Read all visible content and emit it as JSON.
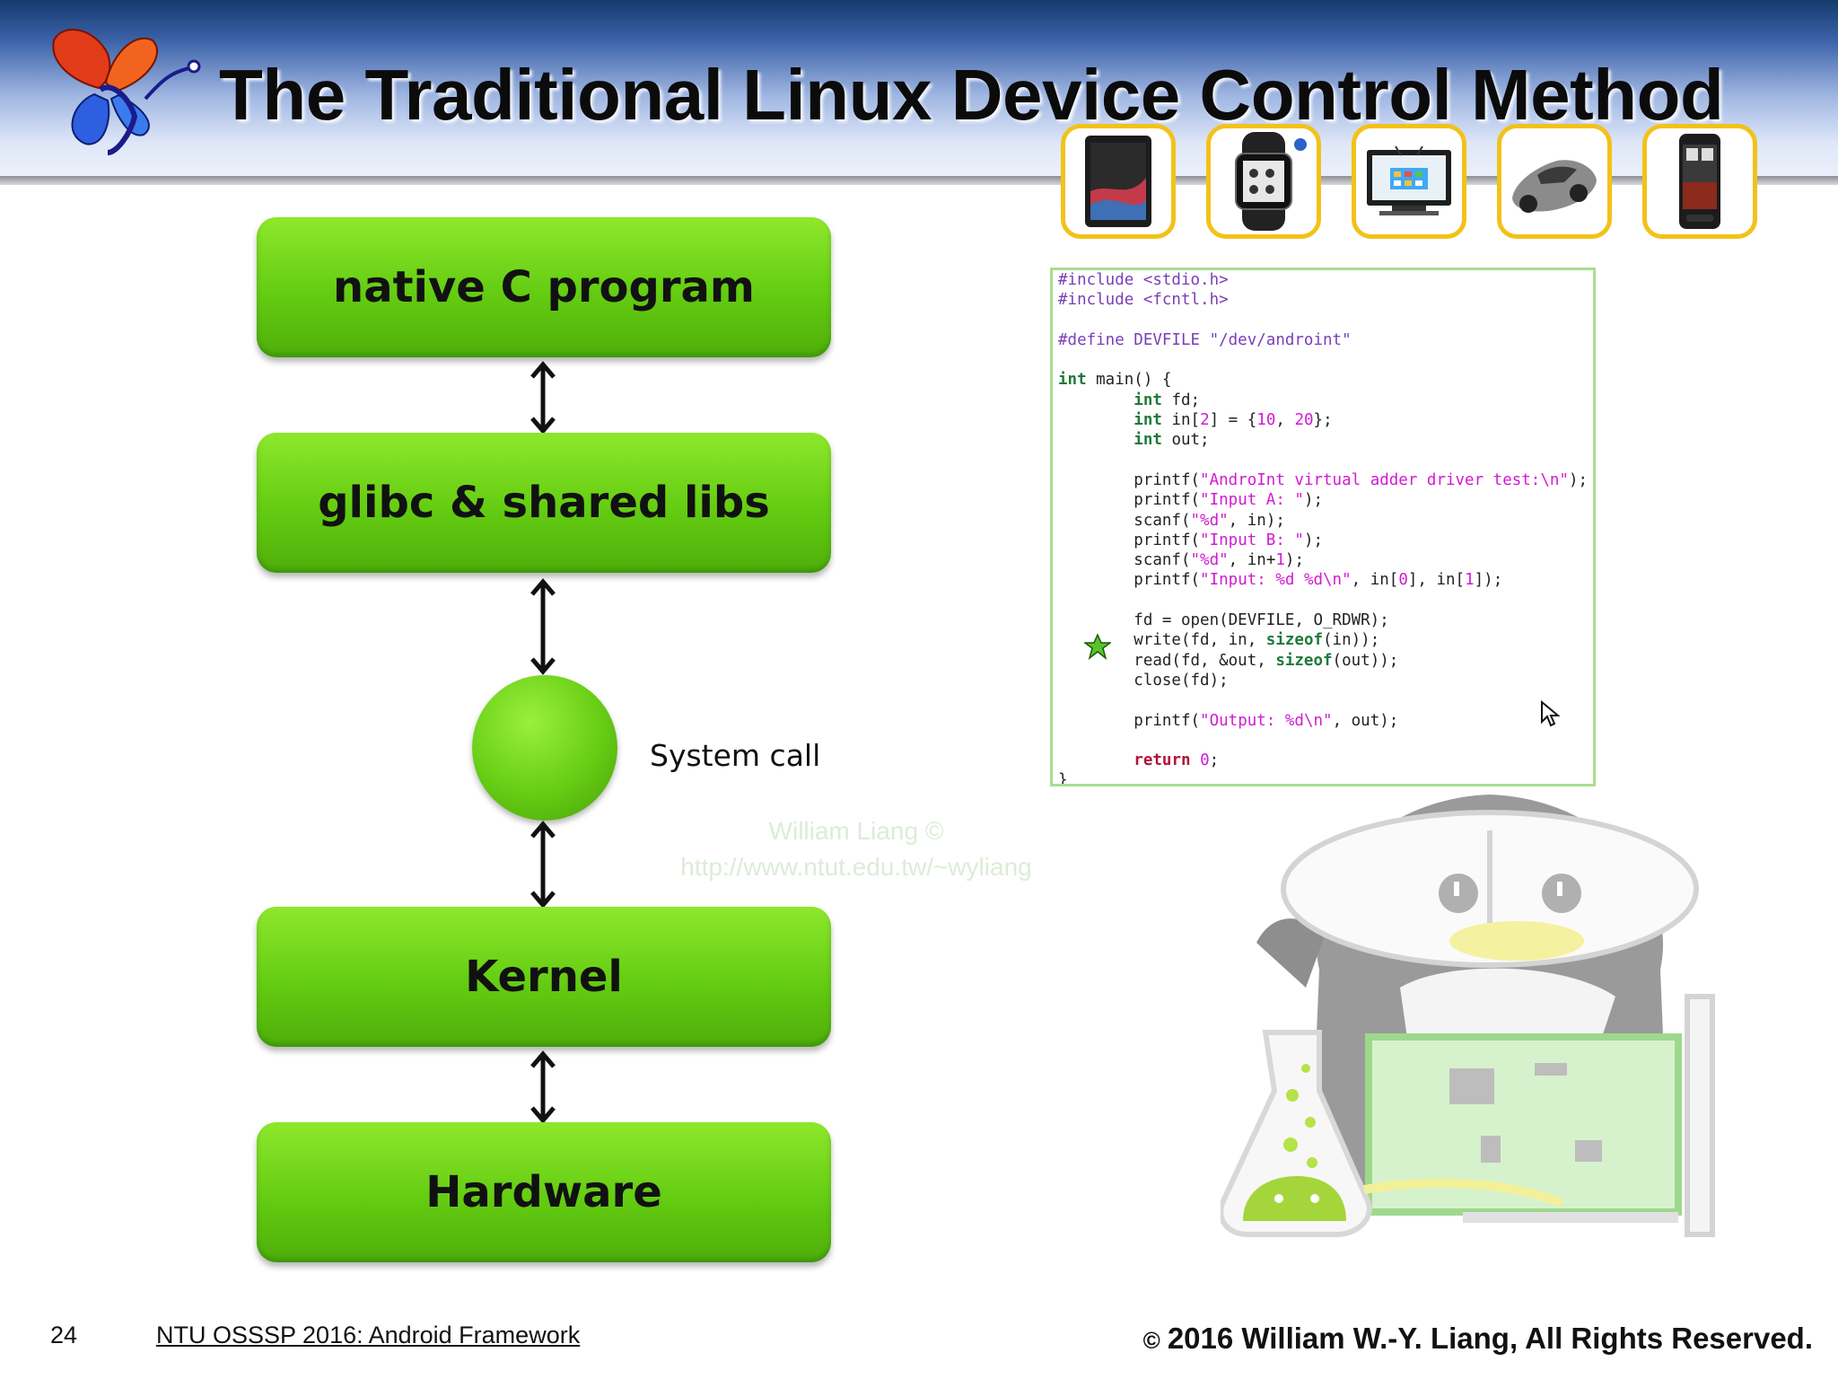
{
  "slide": {
    "title": "The Traditional Linux Device Control Method",
    "page_number": "24",
    "course": "NTU OSSSP 2016: Android Framework",
    "copyright_symbol": "©",
    "copyright": "2016  William W.-Y. Liang, All Rights Reserved."
  },
  "devices": [
    {
      "icon": "tablet-icon"
    },
    {
      "icon": "smartwatch-icon"
    },
    {
      "icon": "television-icon"
    },
    {
      "icon": "toy-car-icon"
    },
    {
      "icon": "smartphone-icon"
    }
  ],
  "diagram": {
    "layers": [
      "native C program",
      "glibc & shared libs",
      "Kernel",
      "Hardware"
    ],
    "system_call_label": "System call",
    "watermark_name": "William Liang ©",
    "watermark_url": "http://www.ntut.edu.tw/~wyliang",
    "box_color": "#66cc14"
  },
  "code": [
    "#include <stdio.h>",
    "#include <fcntl.h>",
    "",
    "#define DEVFILE \"/dev/androint\"",
    "",
    "int main() {",
    "        int fd;",
    "        int in[2] = {10, 20};",
    "        int out;",
    "",
    "        printf(\"AndroInt virtual adder driver test:\\n\");",
    "        printf(\"Input A: \");",
    "        scanf(\"%d\", in);",
    "        printf(\"Input B: \");",
    "        scanf(\"%d\", in+1);",
    "        printf(\"Input: %d %d\\n\", in[0], in[1]);",
    "",
    "        fd = open(DEVFILE, O_RDWR);",
    "        write(fd, in, sizeof(in));",
    "        read(fd, &out, sizeof(out));",
    "        close(fd);",
    "",
    "        printf(\"Output: %d\\n\", out);",
    "",
    "        return 0;",
    "}"
  ]
}
